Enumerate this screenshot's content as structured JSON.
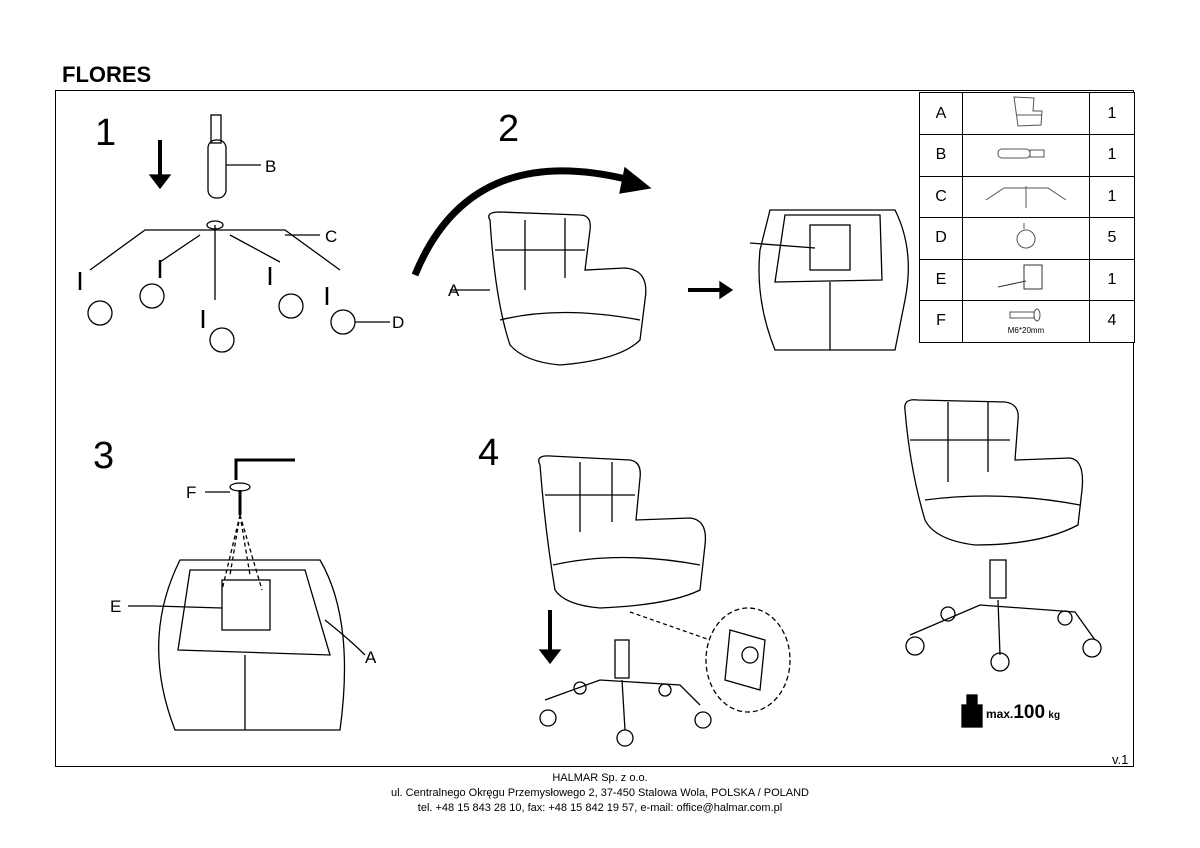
{
  "title": "FLORES",
  "steps": [
    "1",
    "2",
    "3",
    "4"
  ],
  "labels": {
    "step1": [
      "B",
      "C",
      "D"
    ],
    "step2": [
      "A"
    ],
    "step3": [
      "F",
      "E",
      "A"
    ]
  },
  "parts": [
    {
      "letter": "A",
      "qty": "1",
      "icon": "chair-seat"
    },
    {
      "letter": "B",
      "qty": "1",
      "icon": "gas-lift"
    },
    {
      "letter": "C",
      "qty": "1",
      "icon": "star-base"
    },
    {
      "letter": "D",
      "qty": "5",
      "icon": "caster-wheel"
    },
    {
      "letter": "E",
      "qty": "1",
      "icon": "tilt-mechanism"
    },
    {
      "letter": "F",
      "qty": "4",
      "icon": "bolt",
      "note": "M6*20mm"
    }
  ],
  "max_load": {
    "prefix": "max.",
    "value": "100",
    "unit": "kg"
  },
  "version": "v.1",
  "footer": {
    "line1": "HALMAR Sp. z o.o.",
    "line2": "ul. Centralnego Okręgu Przemysłowego 2, 37-450 Stalowa Wola, POLSKA / POLAND",
    "line3": "tel. +48 15 843 28 10, fax: +48 15 842 19 57, e-mail: office@halmar.com.pl"
  }
}
